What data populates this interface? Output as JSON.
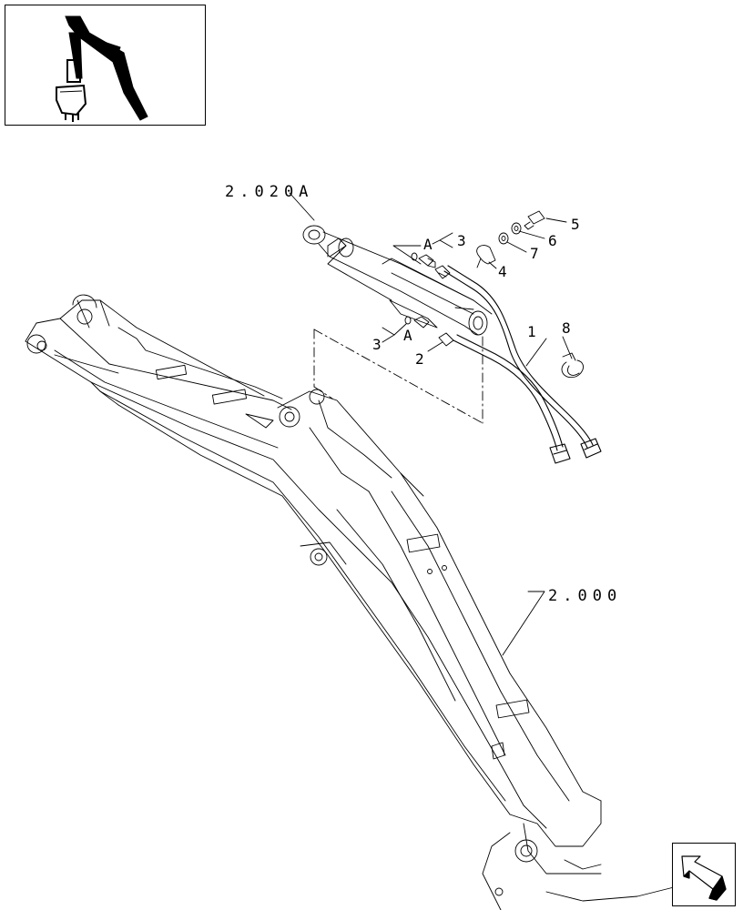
{
  "thumbnail": {
    "icon": "excavator-arm-thumbnail"
  },
  "references": {
    "cylinder_ref": "2.020A",
    "boom_ref": "2.000"
  },
  "callouts": {
    "item_1": "1",
    "item_2": "2",
    "item_3_upper": "3",
    "item_3_lower": "3",
    "item_4": "4",
    "item_5": "5",
    "item_6": "6",
    "item_7": "7",
    "item_8": "8",
    "detail_a_upper": "A",
    "detail_a_lower": "A"
  },
  "nav": {
    "icon": "return-arrow-icon"
  },
  "colors": {
    "line": "#000000",
    "background": "#ffffff"
  }
}
